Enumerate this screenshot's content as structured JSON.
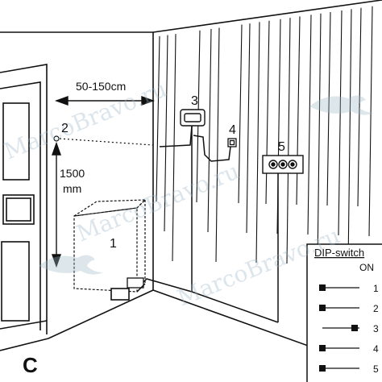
{
  "figure_letter": "C",
  "callouts": {
    "heater": "1",
    "sensor": "2",
    "control_panel": "3",
    "small_box": "4",
    "socket_panel": "5"
  },
  "dimensions": {
    "horizontal": "50-150cm",
    "vertical_value": "1500",
    "vertical_unit": "mm"
  },
  "dip_switch": {
    "title": "DIP-switch",
    "on_label": "ON",
    "switches": [
      {
        "label": "1",
        "on": false
      },
      {
        "label": "2",
        "on": false
      },
      {
        "label": "3",
        "on": true
      },
      {
        "label": "4",
        "on": false
      },
      {
        "label": "5",
        "on": false
      }
    ]
  },
  "watermark": "MarcoBravo.ru",
  "colors": {
    "ink": "#111111",
    "watermark": "#9ab7c7"
  }
}
